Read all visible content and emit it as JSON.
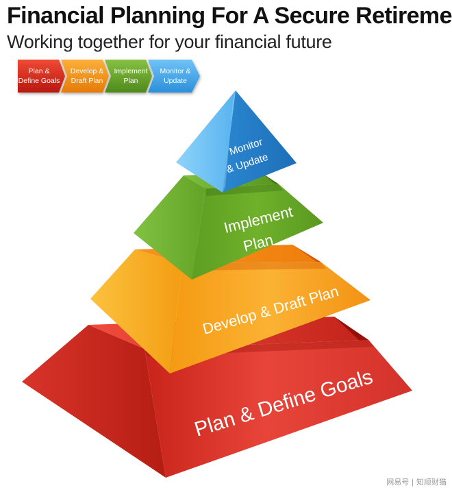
{
  "header": {
    "title": "Financial Planning For A Secure Retirement",
    "subtitle": "Working together for your financial future"
  },
  "steps": [
    {
      "line1": "Plan &",
      "line2": "Define Goals",
      "color": "#d42a1e"
    },
    {
      "line1": "Develop &",
      "line2": "Draft Plan",
      "color": "#f08a0c"
    },
    {
      "line1": "Implement",
      "line2": "Plan",
      "color": "#5f9a22"
    },
    {
      "line1": "Monitor &",
      "line2": "Update",
      "color": "#3fa1e6"
    }
  ],
  "pyramid": {
    "tier1": {
      "label": "Plan & Define Goals"
    },
    "tier2": {
      "label": "Develop & Draft Plan"
    },
    "tier3": {
      "line1": "Implement",
      "line2": "Plan"
    },
    "tier4": {
      "line1": "Monitor",
      "line2": "& Update"
    }
  },
  "watermark": "网易号 | 知顺财猫"
}
